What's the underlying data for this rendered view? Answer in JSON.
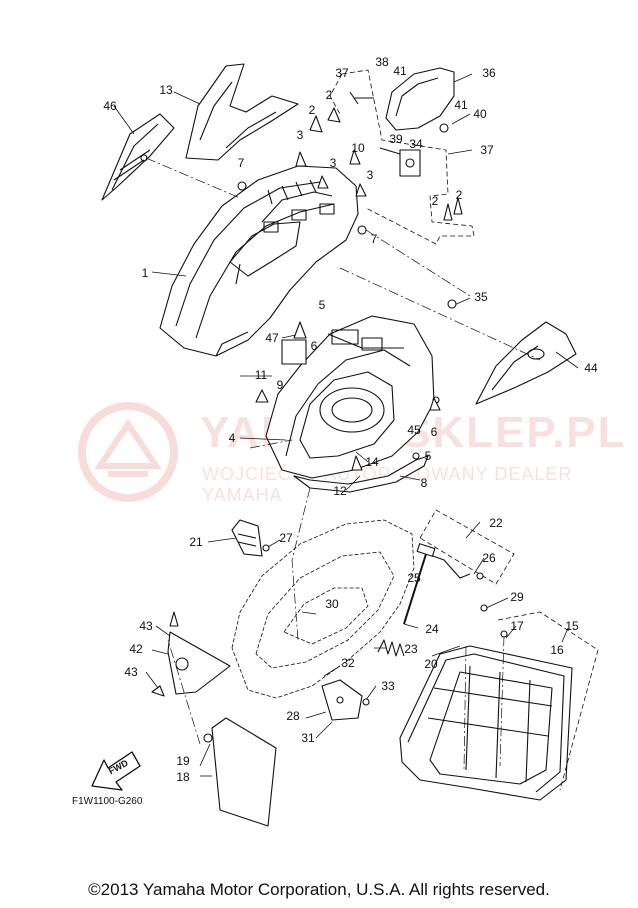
{
  "watermark": {
    "title": "YAMAHASKLEP.PL",
    "subtitle": "WOJCIECH - AUTORYZOWANY DEALER YAMAHA",
    "color": "#d63c3c"
  },
  "callouts": [
    "1",
    "2",
    "3",
    "4",
    "5",
    "6",
    "7",
    "8",
    "9",
    "10",
    "11",
    "12",
    "13",
    "14",
    "15",
    "16",
    "17",
    "18",
    "19",
    "20",
    "21",
    "22",
    "23",
    "24",
    "25",
    "26",
    "27",
    "28",
    "29",
    "30",
    "31",
    "32",
    "33",
    "34",
    "35",
    "36",
    "37",
    "38",
    "39",
    "40",
    "41",
    "42",
    "43",
    "44",
    "45",
    "46",
    "47"
  ],
  "fwd_label": "FWD",
  "diagram_code": "F1W1100-G260",
  "copyright": "©2013 Yamaha Motor Corporation, U.S.A. All rights reserved."
}
